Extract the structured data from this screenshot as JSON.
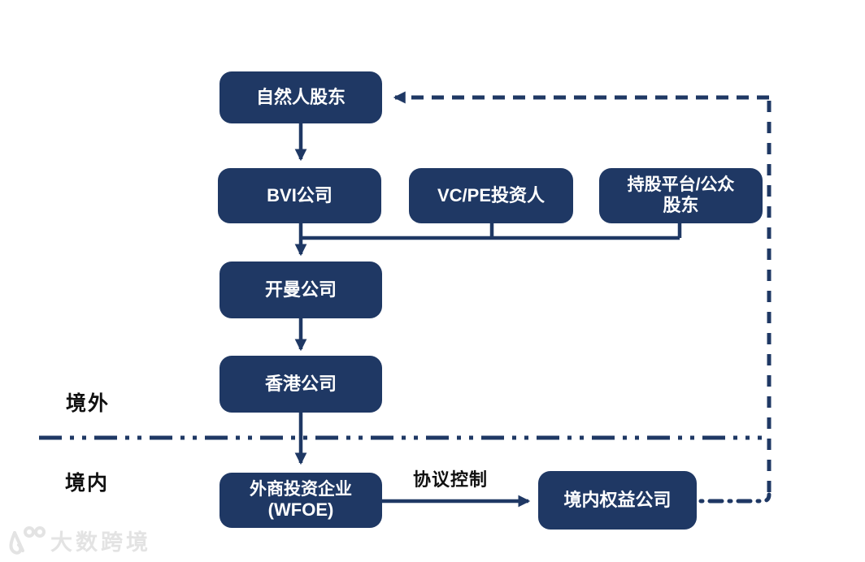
{
  "palette": {
    "box_fill": "#1f3864",
    "line_color": "#1f3864",
    "box_text": "#ffffff",
    "label_text": "#111111",
    "watermark_color": "#e3e3e3",
    "background": "#ffffff"
  },
  "regions": {
    "offshore_label": "境外",
    "onshore_label": "境内"
  },
  "nodes": {
    "natural_person": {
      "label": "自然人股东"
    },
    "bvi": {
      "label": "BVI公司"
    },
    "vc_pe": {
      "label": "VC/PE投资人"
    },
    "holding_platform": {
      "line1": "持股平台/公众",
      "line2": "股东"
    },
    "cayman": {
      "label": "开曼公司"
    },
    "hong_kong": {
      "label": "香港公司"
    },
    "wfoe": {
      "line1": "外商投资企业",
      "line2": "(WFOE)"
    },
    "domestic_equity": {
      "label": "境内权益公司"
    }
  },
  "edges": {
    "agreement_control_label": "协议控制"
  },
  "watermark": {
    "brand": "大数跨境"
  }
}
